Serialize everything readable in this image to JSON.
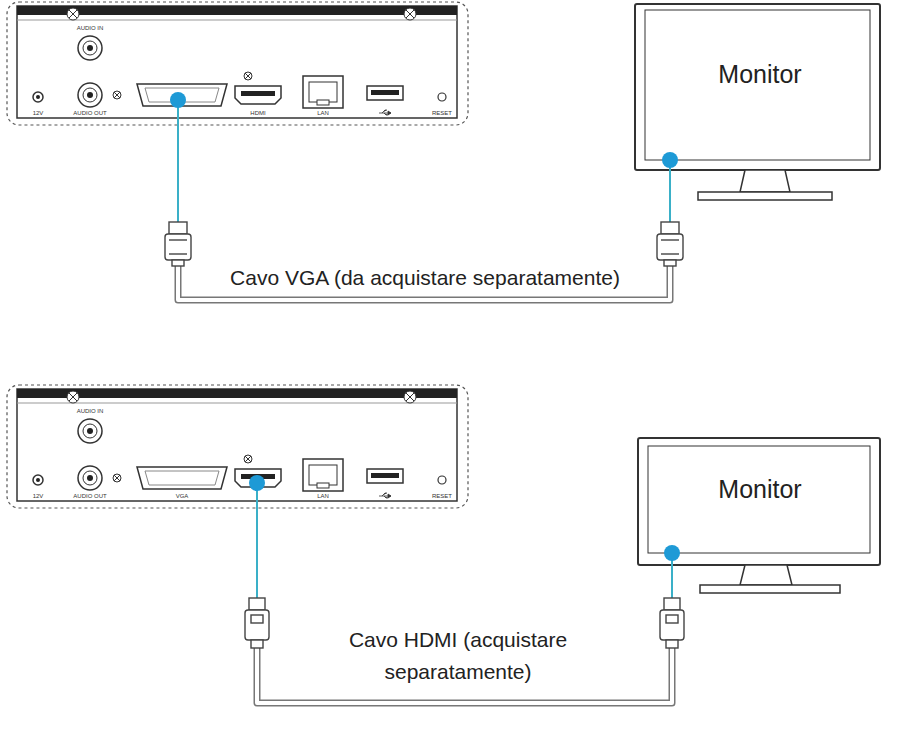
{
  "diagram": {
    "nodes": [
      {
        "text": [
          "AUDIO IN",
          "AUDIO OUT",
          "12V",
          "HDMI",
          "LAN",
          "RESET"
        ]
      },
      {
        "text": [
          "Monitor"
        ]
      },
      {
        "text": [
          "AUDIO IN",
          "AUDIO OUT",
          "12V",
          "VGA",
          "LAN",
          "RESET"
        ]
      },
      {
        "text": [
          "Monitor"
        ]
      }
    ],
    "edges": [
      {
        "from": 0,
        "to": 1,
        "arrow": "none",
        "label": "Cavo VGA (da acquistare separatamente)"
      },
      {
        "from": 2,
        "to": 3,
        "arrow": "none",
        "label": "Cavo HDMI (acquistare separatamente)"
      }
    ]
  }
}
